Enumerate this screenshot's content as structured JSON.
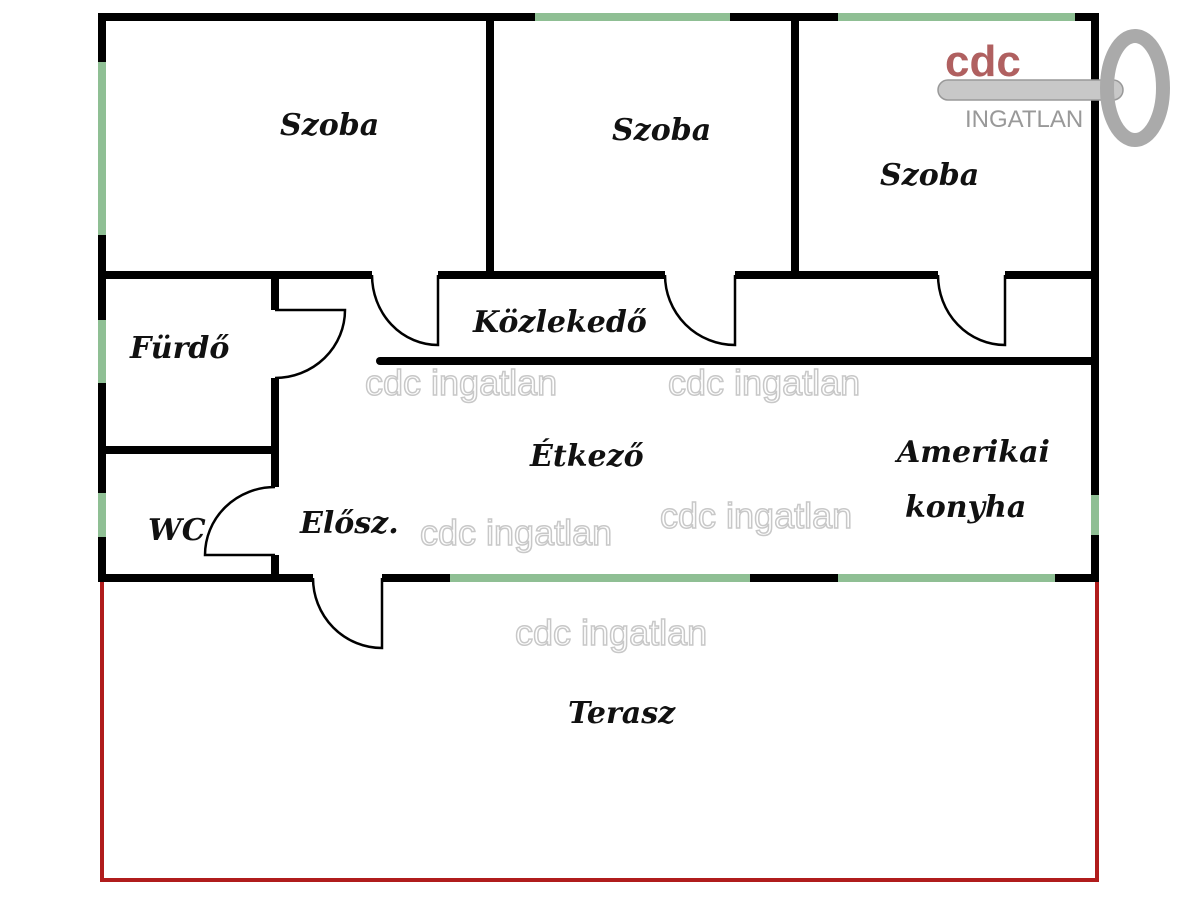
{
  "rooms": {
    "szoba1": "Szoba",
    "szoba2": "Szoba",
    "szoba3": "Szoba",
    "kozlekedo": "Közlekedő",
    "furdo": "Fürdő",
    "wc": "WC",
    "eloszoba": "Elősz.",
    "etkezo": "Étkező",
    "konyha_line1": "Amerikai",
    "konyha_line2": "konyha",
    "terasz": "Terasz"
  },
  "watermark": "cdc ingatlan",
  "logo": {
    "brand": "cdc",
    "sub": "INGATLAN"
  },
  "colors": {
    "wall": "#000000",
    "window": "#8fbf94",
    "terrace": "#b01c1c",
    "logo": "#b06060"
  }
}
